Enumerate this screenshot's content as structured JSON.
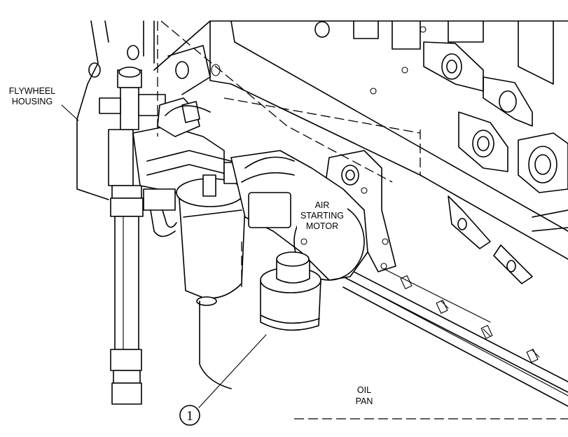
{
  "labels": {
    "flywheel_housing": [
      "FLYWHEEL",
      "HOUSING"
    ],
    "air_starting_motor": [
      "AIR",
      "STARTING",
      "MOTOR"
    ],
    "oil_pan": [
      "OIL",
      "PAN"
    ]
  },
  "callouts": {
    "item_1": "1"
  },
  "colors": {
    "ink": "#000000",
    "paper": "#ffffff"
  }
}
